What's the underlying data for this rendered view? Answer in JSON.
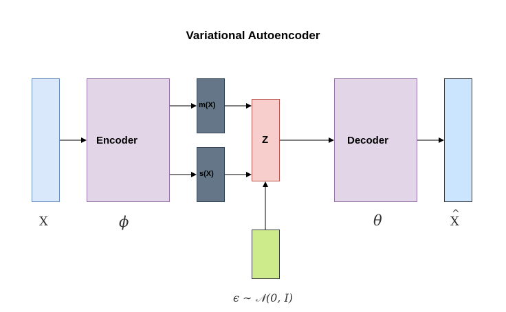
{
  "title": "Variational Autoencoder",
  "nodes": {
    "encoder": "Encoder",
    "decoder": "Decoder",
    "mean": "m(X)",
    "std": "s(X)",
    "latent": "Z"
  },
  "labels": {
    "input": "X",
    "encoder_param": "ϕ",
    "decoder_param": "θ",
    "output": "X",
    "noise": "ϵ ∼ 𝒩(0, I)"
  },
  "colors": {
    "input_fill": "#dae8fc",
    "encoder_fill": "#e1d5e7",
    "stat_fill": "#647687",
    "latent_fill": "#f8cecc",
    "output_fill": "#cce5ff",
    "noise_fill": "#cdeb8b"
  }
}
